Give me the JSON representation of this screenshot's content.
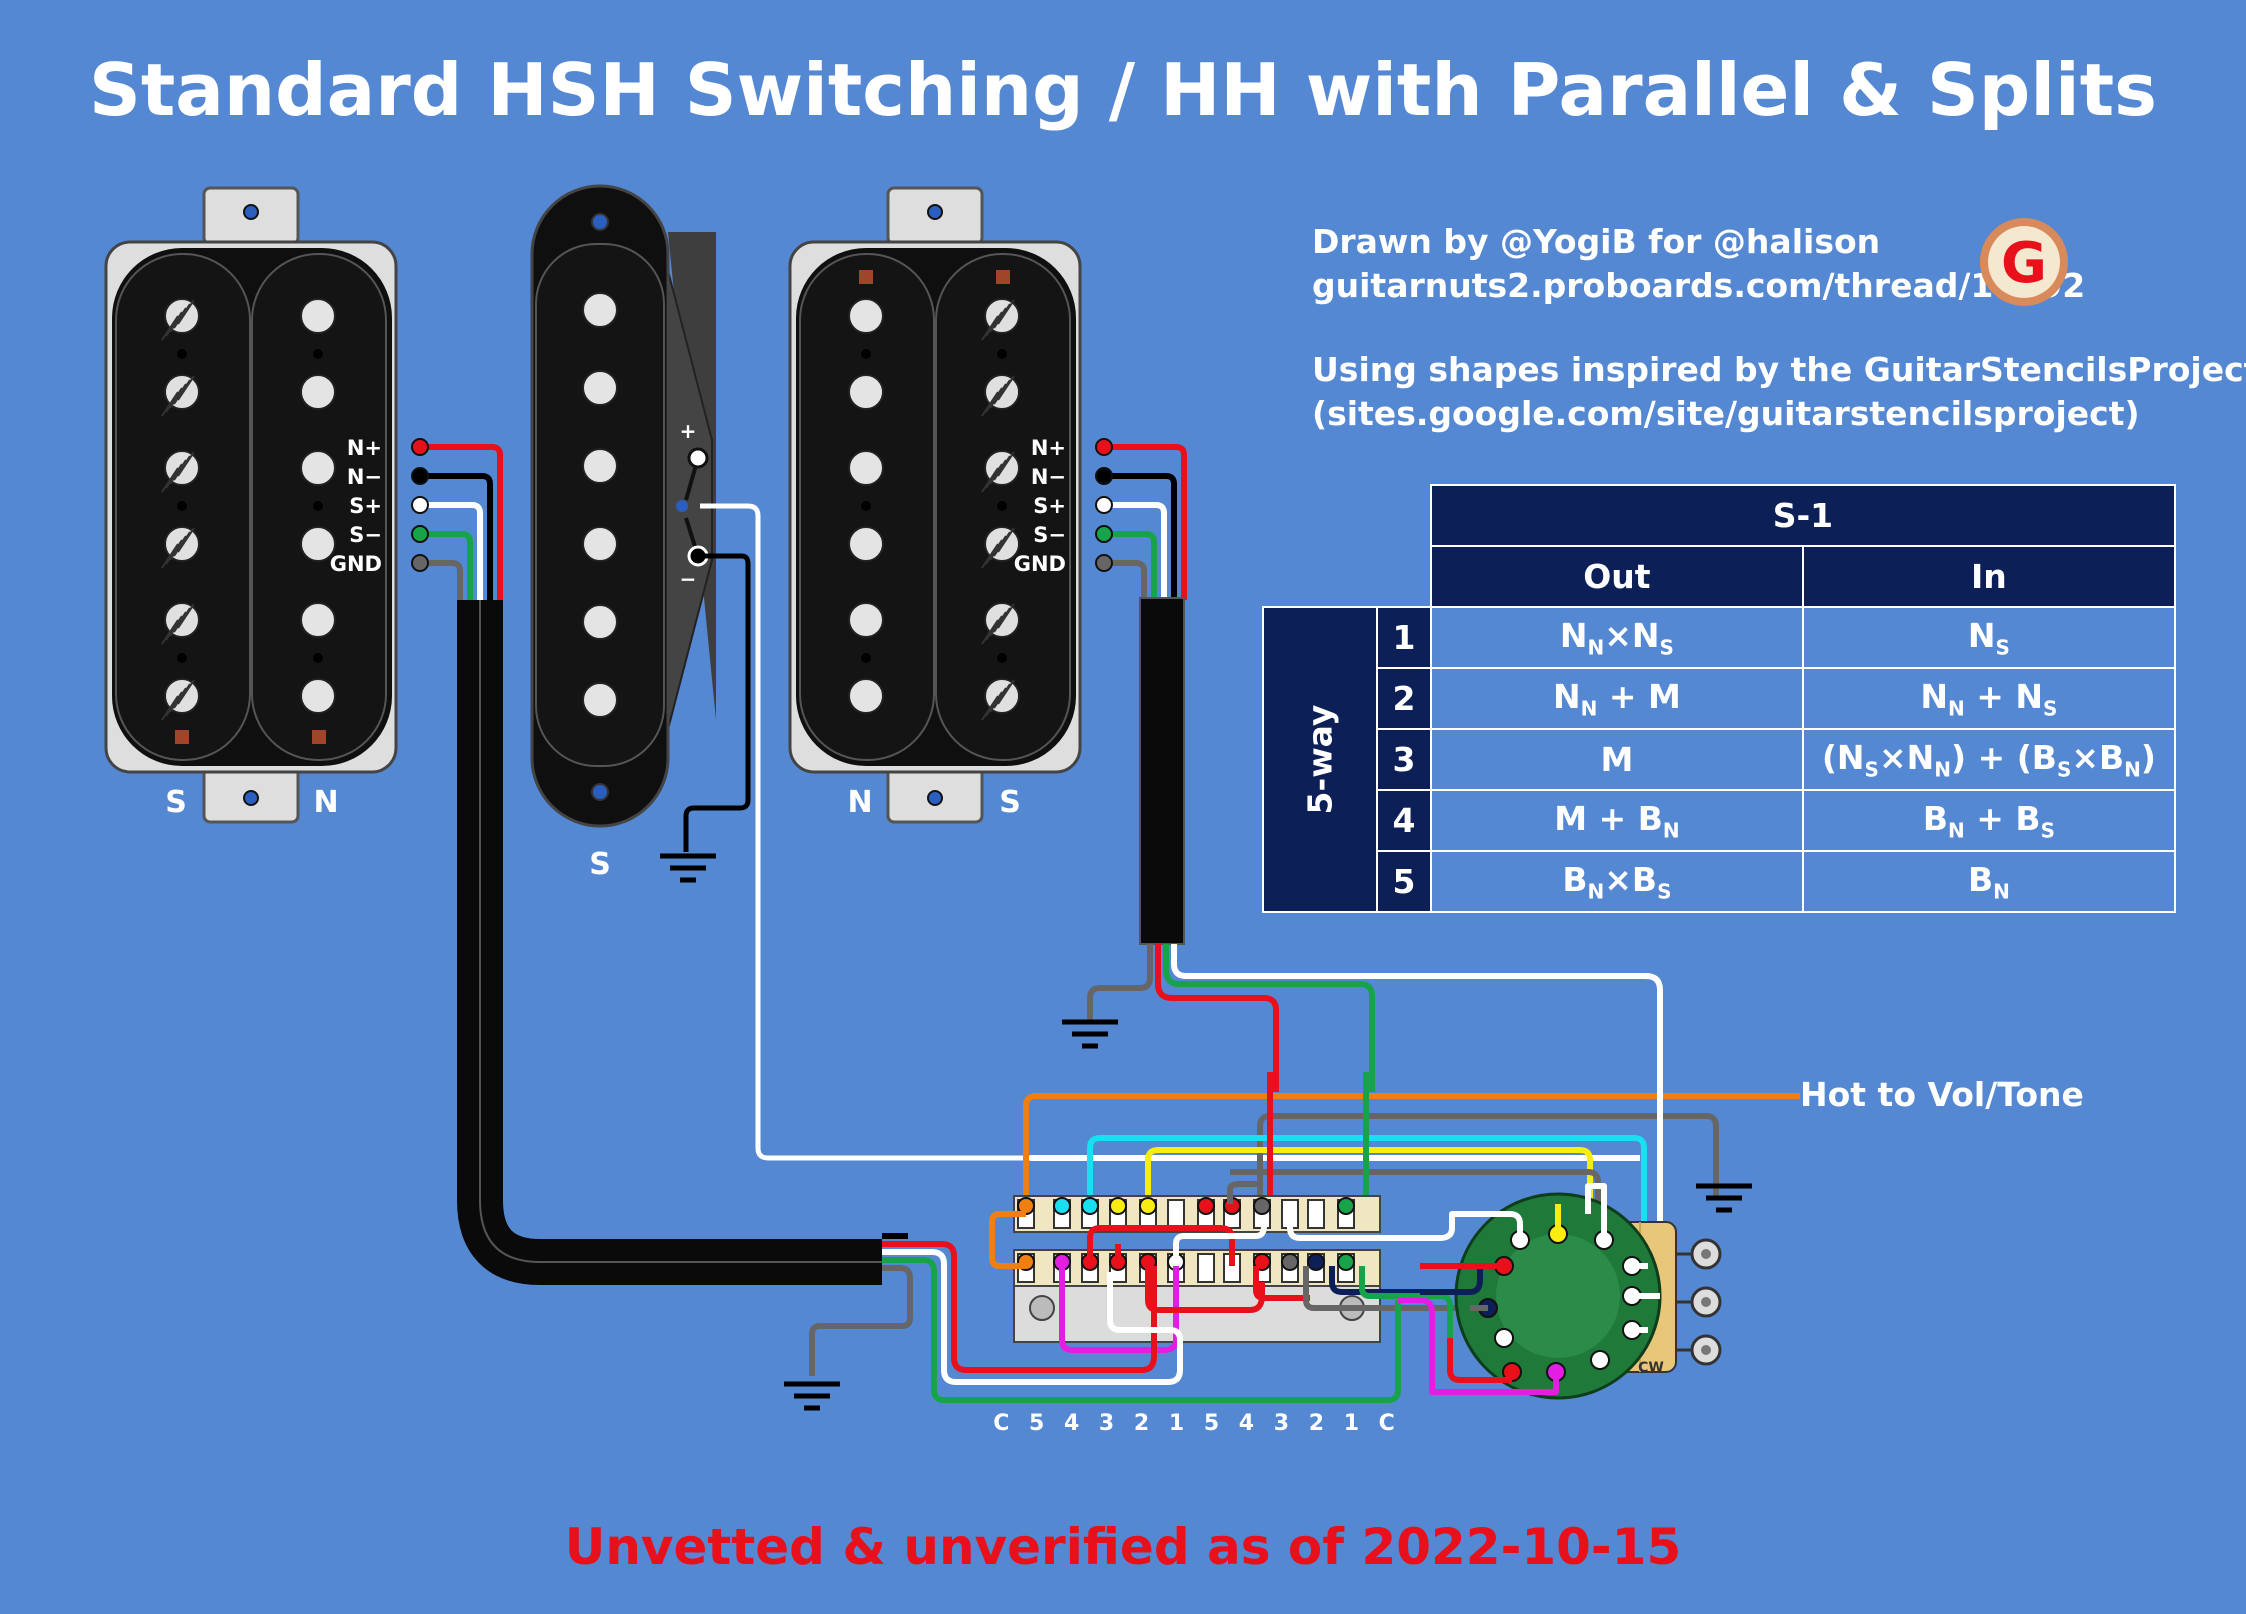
{
  "title": "Standard HSH Switching / HH with Parallel & Splits",
  "credits": {
    "line1": "Drawn by @YogiB for @halison",
    "line2": "guitarnuts2.proboards.com/thread/10092",
    "line3": "Using shapes inspired by the GuitarStencilsProject",
    "line4": "(sites.google.com/site/guitarstencilsproject)",
    "logo_letter": "G"
  },
  "footer": "Unvetted & unverified as of 2022-10-15",
  "pickups": {
    "left_hb": {
      "coil_left": "S",
      "coil_right": "N",
      "wire_labels": [
        "N+",
        "N−",
        "S+",
        "S−",
        "GND"
      ]
    },
    "middle_sc": {
      "label": "S",
      "plus": "+",
      "minus": "−"
    },
    "right_hb": {
      "coil_left": "N",
      "coil_right": "S",
      "wire_labels": [
        "N+",
        "N−",
        "S+",
        "S−",
        "GND"
      ]
    }
  },
  "output_label": "Hot to Vol/Tone",
  "switch_lugs": "C 5 4 3 2 1 5 4 3 2 1 C",
  "pot_label": "CW",
  "table": {
    "title": "S-1",
    "col_out": "Out",
    "col_in": "In",
    "side_label": "5-way",
    "rows": [
      {
        "pos": "1",
        "out": [
          "N",
          "N",
          "×N",
          "S",
          ""
        ],
        "in": [
          "N",
          "S",
          "",
          "",
          ""
        ]
      },
      {
        "pos": "2",
        "out": [
          "N",
          "N",
          " + M",
          "",
          ""
        ],
        "in": [
          "N",
          "N",
          " + N",
          "S",
          ""
        ]
      },
      {
        "pos": "3",
        "out": [
          "M",
          "",
          "",
          "",
          ""
        ],
        "in": [
          "(N",
          "S",
          "×N",
          "N",
          ") + (B",
          "S",
          "×B",
          "N",
          ")"
        ]
      },
      {
        "pos": "4",
        "out": [
          "M + B",
          "N",
          "",
          "",
          ""
        ],
        "in": [
          "B",
          "N",
          " + B",
          "S",
          ""
        ]
      },
      {
        "pos": "5",
        "out": [
          "B",
          "N",
          "×B",
          "S",
          ""
        ],
        "in": [
          "B",
          "N",
          "",
          "",
          ""
        ]
      }
    ]
  },
  "colors": {
    "background": "#5588d2",
    "table_header": "#0c1f57",
    "wire_red": "#e8101a",
    "wire_black": "#000000",
    "wire_white": "#ffffff",
    "wire_green": "#16a34a",
    "wire_gray": "#666666",
    "wire_orange": "#f07f12",
    "wire_yellow": "#f8ec10",
    "wire_cyan": "#18e0f0",
    "wire_magenta": "#e21ee2",
    "wire_navy": "#0c1f57",
    "pcb_green": "#1f7a3a"
  }
}
